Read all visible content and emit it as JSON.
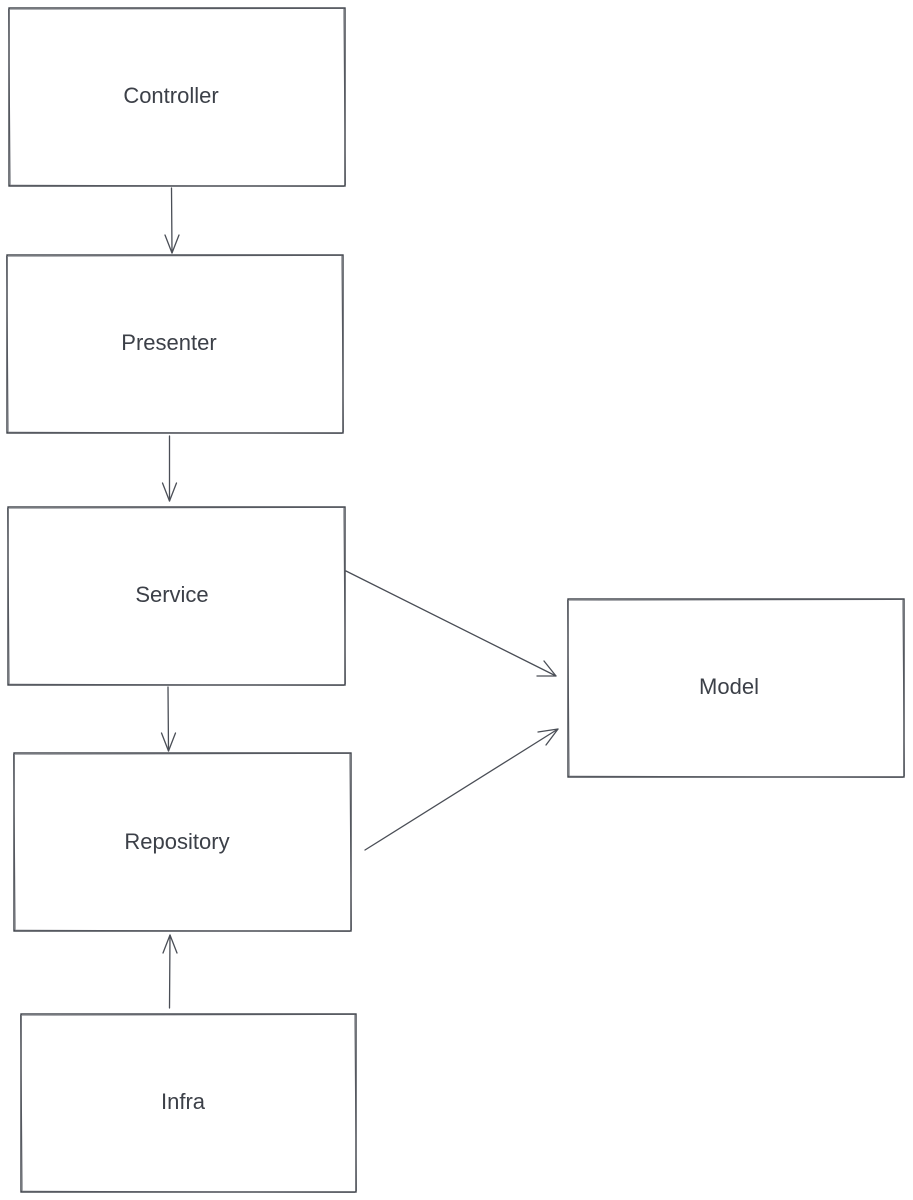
{
  "nodes": {
    "controller": {
      "label": "Controller"
    },
    "presenter": {
      "label": "Presenter"
    },
    "service": {
      "label": "Service"
    },
    "repository": {
      "label": "Repository"
    },
    "infra": {
      "label": "Infra"
    },
    "model": {
      "label": "Model"
    }
  },
  "edges": [
    {
      "from": "controller",
      "to": "presenter"
    },
    {
      "from": "presenter",
      "to": "service"
    },
    {
      "from": "service",
      "to": "repository"
    },
    {
      "from": "infra",
      "to": "repository"
    },
    {
      "from": "service",
      "to": "model"
    },
    {
      "from": "repository",
      "to": "model"
    }
  ],
  "colors": {
    "stroke": "#3c4048",
    "text": "#3c4048",
    "background": "#ffffff"
  }
}
